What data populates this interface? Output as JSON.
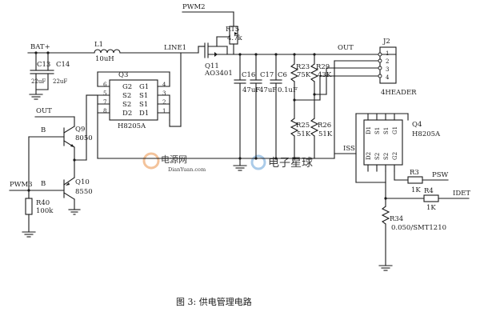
{
  "caption": "图 3: 供电管理电路",
  "nets": {
    "pwm2": "PWM2",
    "bat": "BAT+",
    "line1": "LINE1",
    "out_left": "OUT",
    "out_right": "OUT",
    "pwm3": "PWM3",
    "iss": "ISS",
    "psw": "PSW",
    "idet": "IDET",
    "b1": "B",
    "b2": "B"
  },
  "components": {
    "r15": {
      "ref": "R15",
      "value": "4.7k"
    },
    "l1": {
      "ref": "L1",
      "value": "10uH"
    },
    "q11": {
      "ref": "Q11",
      "value": "AO3401"
    },
    "c13": {
      "ref": "C13",
      "value": "22uF"
    },
    "c14": {
      "ref": "C14",
      "value": "22uF"
    },
    "q3": {
      "ref": "Q3",
      "part": "H8205A",
      "pins_left": [
        "G2",
        "S2",
        "S2",
        "D2"
      ],
      "pins_right": [
        "G1",
        "S1",
        "S1",
        "D1"
      ],
      "pin_nums_left": [
        "6",
        "5",
        "7",
        "8"
      ],
      "pin_nums_right": [
        "4",
        "3",
        "2",
        "1"
      ]
    },
    "c16": {
      "ref": "C16",
      "value": "47uF"
    },
    "c17": {
      "ref": "C17",
      "value": "47uF"
    },
    "c6": {
      "ref": "C6",
      "value": "0.1uF"
    },
    "r23": {
      "ref": "R23",
      "value": "75K"
    },
    "r29": {
      "ref": "R29",
      "value": "43K"
    },
    "r25": {
      "ref": "R25",
      "value": "51K"
    },
    "r26": {
      "ref": "R26",
      "value": "51K"
    },
    "j2": {
      "ref": "J2",
      "part": "4HEADER",
      "pins": [
        "1",
        "2",
        "3",
        "4"
      ]
    },
    "q4": {
      "ref": "Q4",
      "part": "H8205A",
      "pins_left": [
        "D2",
        "S2",
        "S2",
        "G2"
      ],
      "pins_right": [
        "D1",
        "S1",
        "S1",
        "G1"
      ]
    },
    "q9": {
      "ref": "Q9",
      "value": "8050"
    },
    "q10": {
      "ref": "Q10",
      "value": "8550"
    },
    "r40": {
      "ref": "R40",
      "value": "100k"
    },
    "r3": {
      "ref": "R3",
      "value": "1K"
    },
    "r4": {
      "ref": "R4",
      "value": "1K"
    },
    "r34": {
      "ref": "R34",
      "value": "0.050/SMT1210"
    }
  },
  "watermarks": {
    "site_cn": "电源网",
    "site_en": "DianYuan.com",
    "brand": "电子星球"
  },
  "colors": {
    "line": "#1a1a1a",
    "watermark_orange": "#f2b98a",
    "watermark_blue": "#9cc3e6"
  }
}
